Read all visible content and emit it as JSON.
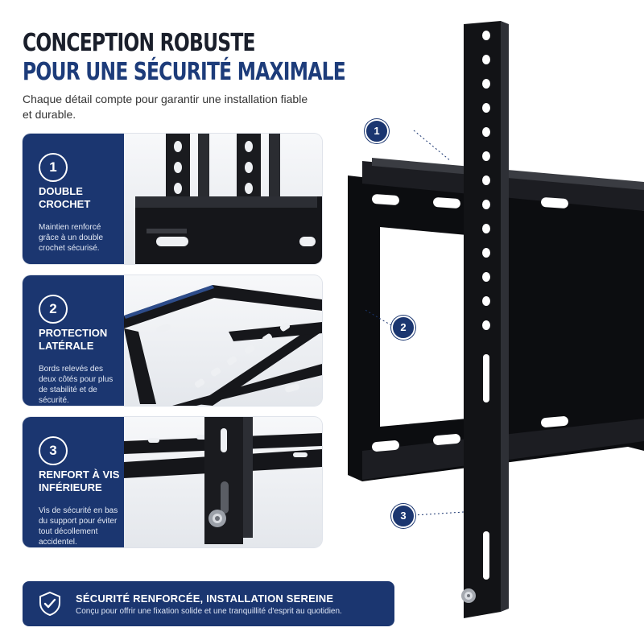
{
  "header": {
    "title_line1": "CONCEPTION ROBUSTE",
    "title_line2": "POUR UNE SÉCURITÉ MAXIMALE",
    "subtitle": "Chaque détail compte pour garantir une installation fiable et durable."
  },
  "features": [
    {
      "number": "1",
      "title": "DOUBLE CROCHET",
      "description": "Maintien renforcé grâce à un double crochet sécurisé."
    },
    {
      "number": "2",
      "title": "PROTECTION LATÉRALE",
      "description": "Bords relevés des deux côtés pour plus de stabilité et de sécurité."
    },
    {
      "number": "3",
      "title": "RENFORT À VIS INFÉRIEURE",
      "description": "Vis de sécurité en bas du support pour éviter tout décollement accidentel."
    }
  ],
  "callouts": [
    "1",
    "2",
    "3"
  ],
  "banner": {
    "icon": "shield-check-icon",
    "title": "SÉCURITÉ RENFORCÉE, INSTALLATION SEREINE",
    "description": "Conçu pour offrir une fixation solide et une tranquillité d'esprit au quotidien."
  },
  "colors": {
    "navy": "#1b3670",
    "title_dark": "#1a1f2b",
    "title_blue": "#1d3c7a",
    "metal": "#121316"
  }
}
